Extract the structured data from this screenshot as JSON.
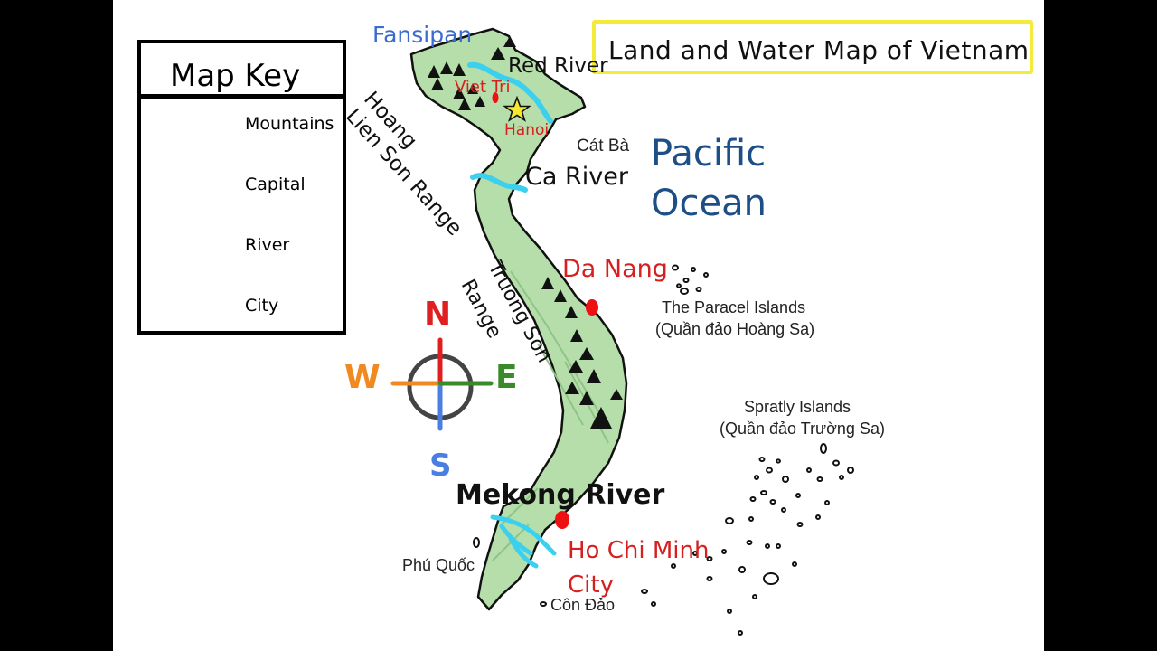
{
  "title": "Land and Water Map of Vietnam",
  "map_key": {
    "title": "Map Key",
    "items": [
      {
        "symbol": "mountain-icon",
        "label": "Mountains"
      },
      {
        "symbol": "star-icon",
        "label": "Capital"
      },
      {
        "symbol": "river-icon",
        "label": "River"
      },
      {
        "symbol": "city-dot-icon",
        "label": "City"
      }
    ]
  },
  "labels": {
    "fansipan": "Fansipan",
    "red_river": "Red River",
    "viet_tri": "Viet Tri",
    "hanoi": "Hanoi",
    "cat_ba": "Cát Bà",
    "hoang": "Hoang",
    "lien_son_range": "Lien Son Range",
    "ca_river": "Ca River",
    "pacific": "Pacific",
    "ocean": "Ocean",
    "da_nang": "Da Nang",
    "paracel_en": "The Paracel Islands",
    "paracel_vi": "(Quần đảo Hoàng Sa)",
    "truong_son": "Truong Son",
    "range": "Range",
    "spratly_en": "Spratly Islands",
    "spratly_vi": "(Quần đảo Trường Sa)",
    "mekong": "Mekong River",
    "hcm_line1": "Ho Chi Minh",
    "hcm_line2": "City",
    "phu_quoc": "Phú Quốc",
    "con_dao": "Côn Đảo"
  },
  "compass": {
    "n": "N",
    "e": "E",
    "s": "S",
    "w": "W"
  },
  "colors": {
    "land": "#b6deaa",
    "river": "#3cd0ef",
    "city": "#ee1111",
    "capital": "#f5e830",
    "ocean_text": "#1d4f86",
    "fansipan_text": "#3a6bd0",
    "city_text": "#d61f1f",
    "title_border": "#f3ea3a",
    "compass_n": "#e02020",
    "compass_e": "#3a8a2a",
    "compass_s": "#4a7ee0",
    "compass_w": "#f08a20"
  }
}
